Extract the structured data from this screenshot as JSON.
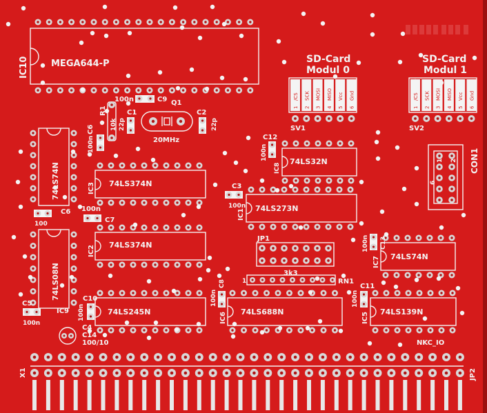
{
  "board": {
    "colors": {
      "substrate": "#d51b1b",
      "silk": "#f4f4f4",
      "pad": "#d9d9d9",
      "finger": "#e8e8e8",
      "edge_dark": "#9c1010"
    }
  },
  "labels": {
    "mcu_name": "MEGA644-P",
    "mcu_ref": "IC10",
    "sd0_title": "SD-Card",
    "sd0_sub": "Modul 0",
    "sd1_title": "SD-Card",
    "sd1_sub": "Modul 1",
    "sv1": "SV1",
    "sv2": "SV2",
    "sd_pins": [
      "/CS",
      "SCK",
      "MOSI",
      "MISO",
      "Vcc",
      "Gnd"
    ],
    "sd_pin_nums": [
      "1",
      "2",
      "3",
      "4",
      "5",
      "6"
    ],
    "con1": "CON1",
    "con1_n1": "1",
    "con1_n2": "2",
    "con1_n6": "6",
    "ic_74ls74n_left": "74LS74N",
    "ic_74ls08n": "74LS08N",
    "ic9": "IC9",
    "ic_ref_ic3": "IC3",
    "ic_374_a": "74LS374N",
    "ic_ref_ic2": "IC2",
    "ic_374_b": "74LS374N",
    "ic_245": "74LS245N",
    "ic_ref_ic8": "IC8",
    "ic_32": "74LS32N",
    "ic_ref_ic1": "IC1",
    "ic_273": "74LS273N",
    "ic_ref_ic6": "IC6",
    "ic_688": "74LS688N",
    "ic_ref_ic7": "IC7",
    "ic_74_right": "74LS74N",
    "ic_ref_ic5": "IC5",
    "ic_139": "74LS139N",
    "c9": "C9",
    "c9_val": "100n",
    "q1": "Q1",
    "q1_val": "20MHz",
    "r1": "R1",
    "r1_val": "10k",
    "c1": "C1",
    "c1_val": "22p",
    "c2": "C2",
    "c2_val": "22p",
    "c6_top": "C6",
    "c6_top_val": "100n",
    "c12": "C12",
    "c12_val": "100n",
    "c3": "C3",
    "c3_val": "100n",
    "c6_left": "C6",
    "c6_left_val": "100",
    "c7": "C7",
    "c7_val": "100n",
    "jp1": "JP1",
    "rn1": "RN1",
    "rn1_val": "3k3",
    "rn1_pin": "1",
    "c5": "C5",
    "c5_val": "100n",
    "c10": "C10",
    "c10_val": "100n",
    "c4": "C4",
    "c14": "C14",
    "c14_val": "100/10",
    "c8": "C8",
    "c8_val": "100n",
    "c11": "C11",
    "c11_val": "100n",
    "c13": "C13",
    "c13_val": "100n",
    "x1": "X1",
    "jp2": "JP2",
    "nkc_io": "NKC_IO"
  }
}
